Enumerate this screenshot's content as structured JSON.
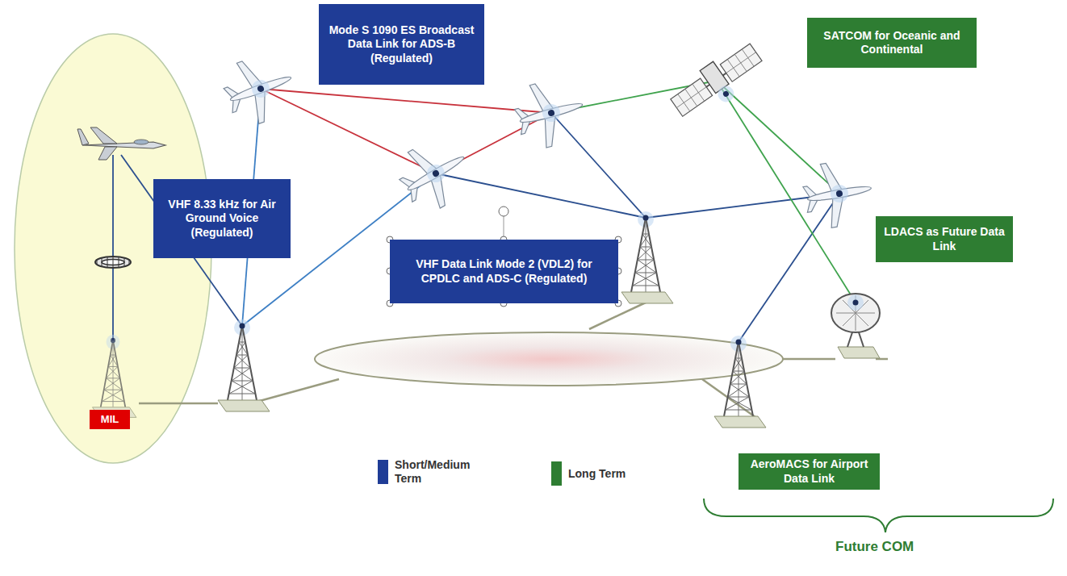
{
  "diagram": {
    "nodes": [
      {
        "text": [
          "Mode S 1090 ES Broadcast Data Link for ADS-B (Regulated)"
        ]
      },
      {
        "text": [
          "SATCOM for Oceanic and Continental"
        ]
      },
      {
        "text": [
          "VHF 8.33 kHz for Air Ground Voice (Regulated)"
        ]
      },
      {
        "text": [
          "LDACS as Future Data Link"
        ]
      },
      {
        "text": [
          "VHF Data Link Mode 2 (VDL2) for CPDLC and ADS-C (Regulated)"
        ]
      },
      {
        "text": [
          "MIL"
        ]
      },
      {
        "text": [
          "AeroMACS for Airport Data Link"
        ]
      }
    ],
    "labels": [
      "Future COM"
    ],
    "legend": [
      {
        "text": "Short/Medium Term",
        "color": "#1f3c96"
      },
      {
        "text": "Long Term",
        "color": "#2e7d32"
      }
    ]
  }
}
